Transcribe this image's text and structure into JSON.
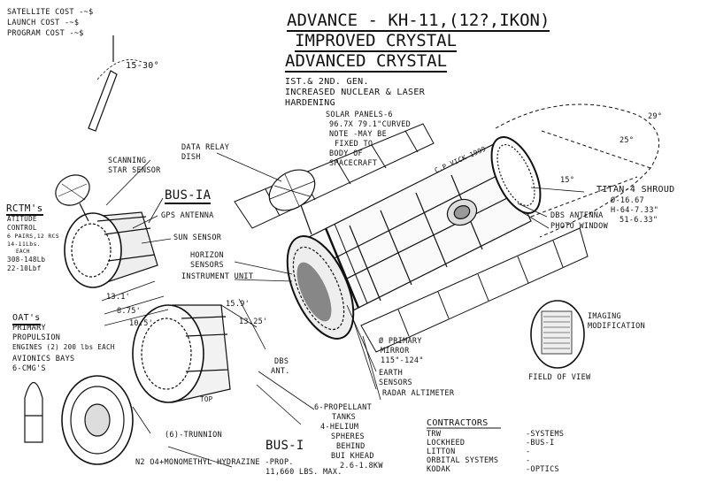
{
  "title": {
    "line1": "ADVANCE - KH-11,(12?,IKON)",
    "line2": "IMPROVED CRYSTAL",
    "line3": "ADVANCED CRYSTAL",
    "sub1": "IST.& 2ND. GEN.",
    "sub2": "INCREASED NUCLEAR & LASER",
    "sub3": "HARDENING"
  },
  "costs": [
    "SATELLITE COST -~$",
    "LAUNCH COST -~$",
    "PROGRAM COST -~$"
  ],
  "angles": {
    "top": "15-30°",
    "shroud_a": "29°",
    "shroud_b": "25°",
    "shroud_c": "15°"
  },
  "labels": {
    "solar_panels": [
      "SOLAR PANELS-6",
      "96.7X 79.1\"CURVED"
    ],
    "note": [
      "NOTE -MAY BE",
      "FIXED TO",
      "BODY OF",
      "SPACECRAFT"
    ],
    "data_relay": [
      "DATA RELAY",
      "DISH"
    ],
    "scanning_star": [
      "SCANNING",
      "STAR SENSOR"
    ],
    "bus_ia": "BUS-IA",
    "gps_antenna": "GPS ANTENNA",
    "sun_sensor": "SUN SENSOR",
    "horizon": [
      "HORIZON",
      "SENSORS"
    ],
    "instrument_unit": "INSTRUMENT UNIT",
    "rctm": [
      "RCTM's",
      "ATITUDE",
      "CONTROL",
      "6 PAIRS,12 RCS",
      "14-11Lbs.",
      "EACH",
      "308-148Lb",
      "22-10Lbf"
    ],
    "oat": [
      "OAT's",
      "PRIMARY",
      "PROPULSION",
      "ENGINES (2) 200 lbs EACH"
    ],
    "avionics": [
      "AVIONICS BAYS",
      "6-CMG'S"
    ],
    "dims": [
      "13.1'",
      "8.75'",
      "10.5'",
      "15.9'",
      "13.25'"
    ],
    "dbs_ant": [
      "DBS",
      "ANT."
    ],
    "top": "TOP",
    "trunnion": "(6)-TRUNNION",
    "bus_i": "BUS-I",
    "propellant": [
      "6-PROPELLANT",
      "TANKS"
    ],
    "helium": [
      "4-HELIUM",
      "SPHERES",
      "BEHIND",
      "BUI KHEAD",
      "2.6-1.8KW"
    ],
    "prop": [
      "N2 O4+MONOMETHYL HYDRAZINE -PROP.",
      "11,660 LBS. MAX."
    ],
    "primary_mirror": [
      "Ø PRIMARY",
      "MIRROR",
      "115\"-124\""
    ],
    "earth_sensors": [
      "EARTH",
      "SENSORS"
    ],
    "radar_altimeter": "RADAR ALTIMETER",
    "titan": [
      "TITAN-4 SHROUD",
      "Ø-16.67",
      "H-64-7.33\"",
      "51-6.33\""
    ],
    "dbs_antenna": "DBS ANTENNA",
    "photo_window": "PHOTO WINDOW",
    "imaging": [
      "IMAGING",
      "MODIFICATION"
    ],
    "field_of_view": "FIELD OF VIEW",
    "signature": "C.P.VICK 1999"
  },
  "contractors": {
    "heading": "CONTRACTORS",
    "rows": [
      {
        "name": "TRW",
        "role": "-SYSTEMS"
      },
      {
        "name": "LOCKHEED",
        "role": "-BUS-I"
      },
      {
        "name": "LITTON",
        "role": "-"
      },
      {
        "name": "ORBITAL SYSTEMS",
        "role": "-"
      },
      {
        "name": "KODAK",
        "role": "-OPTICS"
      }
    ]
  }
}
